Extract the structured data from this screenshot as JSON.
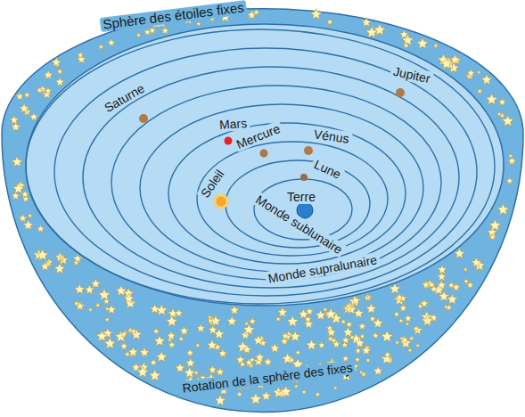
{
  "diagram": {
    "labels": [
      "Sphère des étoiles fixes",
      "Saturne",
      "Jupiter",
      "Mars",
      "Vénus",
      "Mercure",
      "Lune",
      "Soleil",
      "Terre",
      "Monde sublunaire",
      "Monde supralunaire",
      "Rotation de la sphère des fixes"
    ]
  }
}
